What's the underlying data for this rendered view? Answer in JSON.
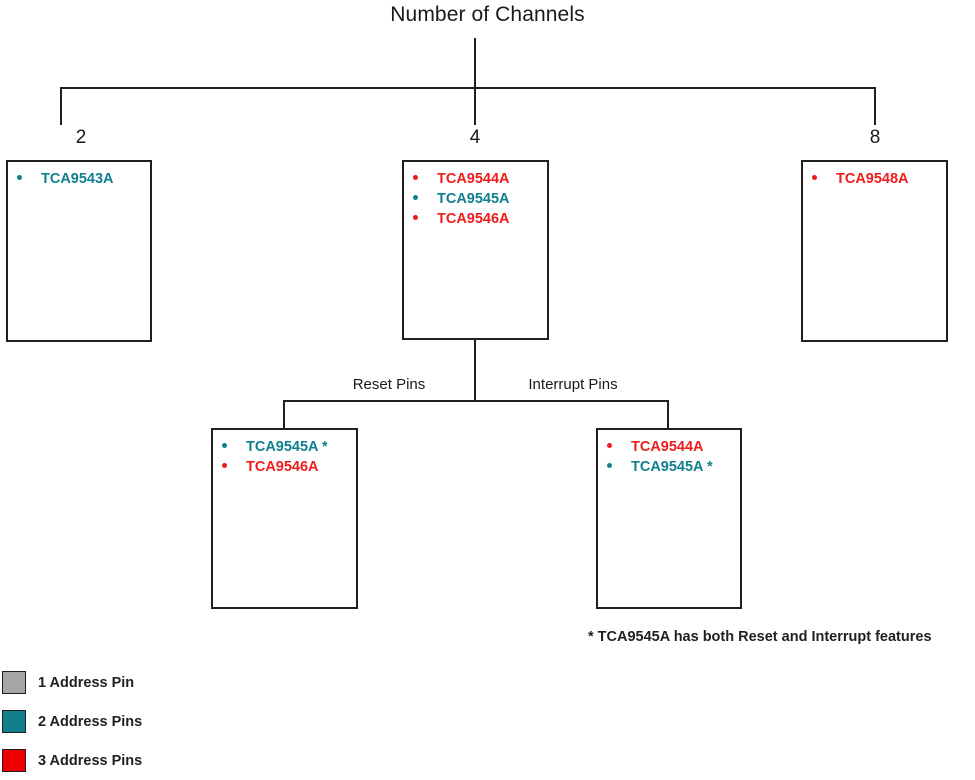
{
  "title": "Number of Channels",
  "colors": {
    "line": "#231f20",
    "text": "#1a1a1a",
    "teal": "#10808f",
    "red": "#ee1c1c",
    "gray": "#a6a6a6"
  },
  "branches": [
    {
      "id": "channels-2",
      "label": "2"
    },
    {
      "id": "channels-4",
      "label": "4"
    },
    {
      "id": "channels-8",
      "label": "8"
    }
  ],
  "boxes": {
    "two_channel": {
      "items": [
        {
          "name": "TCA9543A",
          "color": "#10808f",
          "note": ""
        }
      ]
    },
    "four_channel": {
      "items": [
        {
          "name": "TCA9544A",
          "color": "#ee1c1c",
          "note": ""
        },
        {
          "name": "TCA9545A",
          "color": "#10808f",
          "note": ""
        },
        {
          "name": "TCA9546A",
          "color": "#ee1c1c",
          "note": ""
        }
      ]
    },
    "eight_channel": {
      "items": [
        {
          "name": "TCA9548A",
          "color": "#ee1c1c",
          "note": ""
        }
      ]
    },
    "reset_pins": {
      "items": [
        {
          "name": "TCA9545A",
          "color": "#10808f",
          "note": "*"
        },
        {
          "name": "TCA9546A",
          "color": "#ee1c1c",
          "note": ""
        }
      ]
    },
    "interrupt_pins": {
      "items": [
        {
          "name": "TCA9544A",
          "color": "#ee1c1c",
          "note": ""
        },
        {
          "name": "TCA9545A",
          "color": "#10808f",
          "note": "*"
        }
      ]
    }
  },
  "sub_branches": [
    {
      "id": "reset-pins",
      "label": "Reset Pins"
    },
    {
      "id": "interrupt-pins",
      "label": "Interrupt Pins"
    }
  ],
  "footnote": "* TCA9545A has both Reset and Interrupt features",
  "legend": [
    {
      "label": "1 Address Pin",
      "color": "#a6a6a6"
    },
    {
      "label": "2 Address Pins",
      "color": "#10808f"
    },
    {
      "label": "3 Address Pins",
      "color": "#ee0000"
    }
  ]
}
